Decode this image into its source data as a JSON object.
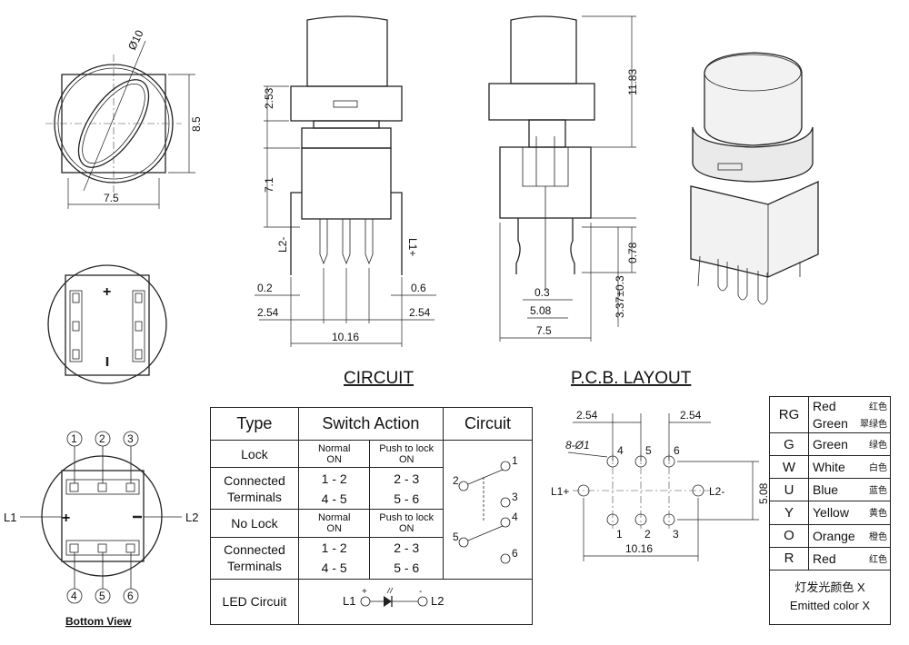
{
  "dims": {
    "dia10": "Ø10",
    "d85": "8.5",
    "d75a": "7.5",
    "d253": "2.53",
    "d71": "7.1",
    "l2m": "L2-",
    "l1p": "L1+",
    "d02": "0.2",
    "d06": "0.6",
    "d254a": "2.54",
    "d254b": "2.54",
    "d1016": "10.16",
    "d1183": "11.83",
    "d078": "0.78",
    "d03": "0.3",
    "d508": "5.08",
    "d337": "3.37±0.3",
    "d75b": "7.5"
  },
  "headings": {
    "circuit": "CIRCUIT",
    "pcb": "P.C.B. LAYOUT"
  },
  "bottom_view": {
    "caption": "Bottom View",
    "pins": [
      "1",
      "2",
      "3",
      "4",
      "5",
      "6"
    ],
    "l1": "L1",
    "l2": "L2"
  },
  "switch_table": {
    "h_type": "Type",
    "h_action": "Switch Action",
    "h_circuit": "Circuit",
    "lock": "Lock",
    "normal": [
      "Normal",
      "ON"
    ],
    "push_lock": [
      "Push to lock",
      "ON"
    ],
    "conn": [
      "Connected",
      "Terminals"
    ],
    "lock_n": [
      "1 - 2",
      "4 - 5"
    ],
    "lock_p": [
      "2 - 3",
      "5 - 6"
    ],
    "nolock": "No Lock",
    "normal2": [
      "Normal",
      "ON"
    ],
    "push_lock2": [
      "Push to lock",
      "ON"
    ],
    "conn2": [
      "Connected",
      "Terminals"
    ],
    "nolock_n": [
      "1 - 2",
      "4 - 5"
    ],
    "nolock_p": [
      "2 - 3",
      "5 - 6"
    ],
    "led_circuit": "LED Circuit",
    "led_l1": "L1",
    "led_l2": "L2",
    "led_plus": "+",
    "led_minus": "-",
    "circ_pins": [
      "1",
      "2",
      "3",
      "4",
      "5",
      "6"
    ]
  },
  "pcb": {
    "d254a": "2.54",
    "d254b": "2.54",
    "holes": "8-Ø1",
    "top_pins": [
      "4",
      "5",
      "6"
    ],
    "bot_pins": [
      "1",
      "2",
      "3"
    ],
    "l1": "L1+",
    "l2": "L2-",
    "d508": "5.08",
    "d1016": "10.16"
  },
  "colors": {
    "rows": [
      {
        "code": "RG",
        "en": "Red",
        "cn": "红色"
      },
      {
        "code": "",
        "en": "Green",
        "cn": "翠绿色"
      },
      {
        "code": "G",
        "en": "Green",
        "cn": "绿色"
      },
      {
        "code": "W",
        "en": "White",
        "cn": "白色"
      },
      {
        "code": "U",
        "en": "Blue",
        "cn": "蓝色"
      },
      {
        "code": "Y",
        "en": "Yellow",
        "cn": "黄色"
      },
      {
        "code": "O",
        "en": "Orange",
        "cn": "橙色"
      },
      {
        "code": "R",
        "en": "Red",
        "cn": "红色"
      }
    ],
    "footer_cn": "灯发光颜色",
    "footer_x": "X",
    "footer_en": "Emitted color",
    "footer_x2": "X"
  }
}
